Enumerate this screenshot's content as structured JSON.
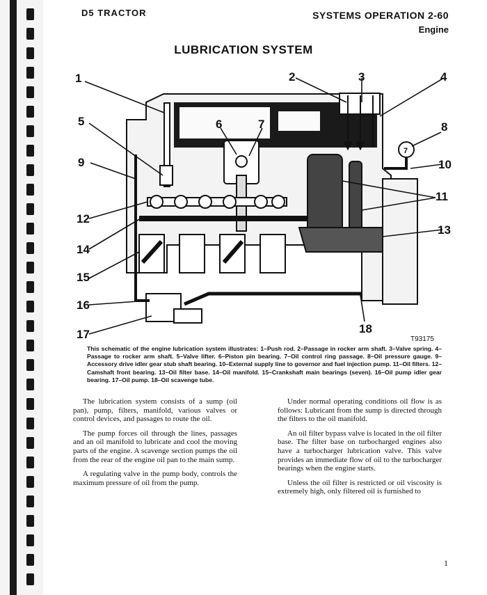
{
  "header": {
    "left": "D5 TRACTOR",
    "right": "SYSTEMS OPERATION 2-60",
    "sub": "Engine"
  },
  "title": "LUBRICATION SYSTEM",
  "diagram": {
    "figure_id": "T93175",
    "callouts": [
      "1",
      "2",
      "3",
      "4",
      "5",
      "6",
      "7",
      "8",
      "9",
      "10",
      "11",
      "12",
      "13",
      "14",
      "15",
      "16",
      "17",
      "18"
    ]
  },
  "caption": "This schematic of the engine lubrication system illustrates: 1–Push rod. 2–Passage in rocker arm shaft. 3–Valve spring. 4–Passage to rocker arm shaft. 5–Valve lifter. 6–Piston pin bearing. 7–Oil control ring passage. 8–Oil pressure gauge. 9–Accessory drive idler gear stub shaft bearing. 10–External supply line to governor and fuel injection pump. 11–Oil filters. 12–Camshaft front bearing. 13–Oil filter base. 14–Oil manifold. 15–Crankshaft main bearings (seven). 16–Oil pump idler gear bearing. 17–Oil pump. 18–Oil scavenge tube.",
  "body": {
    "left": [
      "The lubrication system consists of a sump (oil pan), pump, filters, manifold, various valves or control devices, and passages to route the oil.",
      "The pump forces oil through the lines, passages and an oil manifold to lubricate and cool the moving parts of the engine. A scavenge section pumps the oil from the rear of the engine oil pan to the main sump.",
      "A regulating valve in the pump body, controls the maximum pressure of oil from the pump."
    ],
    "right": [
      "Under normal operating conditions oil flow is as follows: Lubricant from the sump is directed through the filters to the oil manifold.",
      "An oil filter bypass valve is located in the oil filter base. The filter base on turbocharged engines also have a turbocharger lubrication valve. This valve provides an immediate flow of oil to the turbocharger bearings when the engine starts.",
      "Unless the oil filter is restricted or oil viscosity is extremely high, only filtered oil is furnished to"
    ]
  },
  "page_number": "1"
}
